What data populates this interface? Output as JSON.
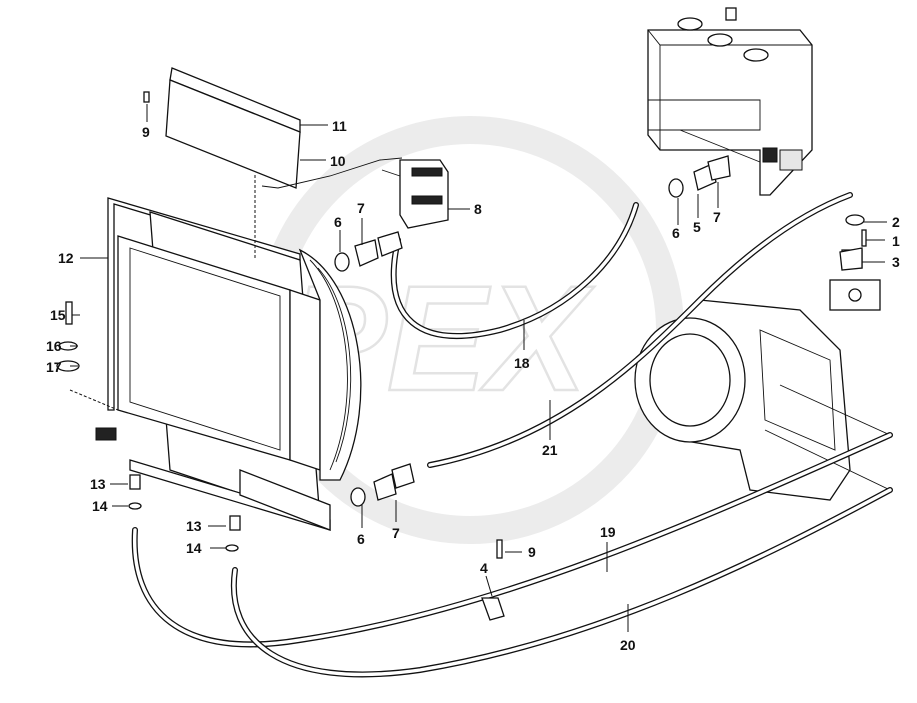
{
  "watermark": "OPEX",
  "callouts": [
    {
      "id": "c11",
      "label": "11"
    },
    {
      "id": "c9a",
      "label": "9"
    },
    {
      "id": "c10",
      "label": "10"
    },
    {
      "id": "c8",
      "label": "8"
    },
    {
      "id": "c7a",
      "label": "7"
    },
    {
      "id": "c6a",
      "label": "6"
    },
    {
      "id": "c12",
      "label": "12"
    },
    {
      "id": "c15",
      "label": "15"
    },
    {
      "id": "c16",
      "label": "16"
    },
    {
      "id": "c17",
      "label": "17"
    },
    {
      "id": "c18",
      "label": "18"
    },
    {
      "id": "c21",
      "label": "21"
    },
    {
      "id": "c6b",
      "label": "6"
    },
    {
      "id": "c5",
      "label": "5"
    },
    {
      "id": "c7b",
      "label": "7"
    },
    {
      "id": "c2",
      "label": "2"
    },
    {
      "id": "c1",
      "label": "1"
    },
    {
      "id": "c3",
      "label": "3"
    },
    {
      "id": "c13a",
      "label": "13"
    },
    {
      "id": "c14a",
      "label": "14"
    },
    {
      "id": "c13b",
      "label": "13"
    },
    {
      "id": "c14b",
      "label": "14"
    },
    {
      "id": "c6c",
      "label": "6"
    },
    {
      "id": "c7c",
      "label": "7"
    },
    {
      "id": "c19",
      "label": "19"
    },
    {
      "id": "c9b",
      "label": "9"
    },
    {
      "id": "c4",
      "label": "4"
    },
    {
      "id": "c20",
      "label": "20"
    }
  ]
}
